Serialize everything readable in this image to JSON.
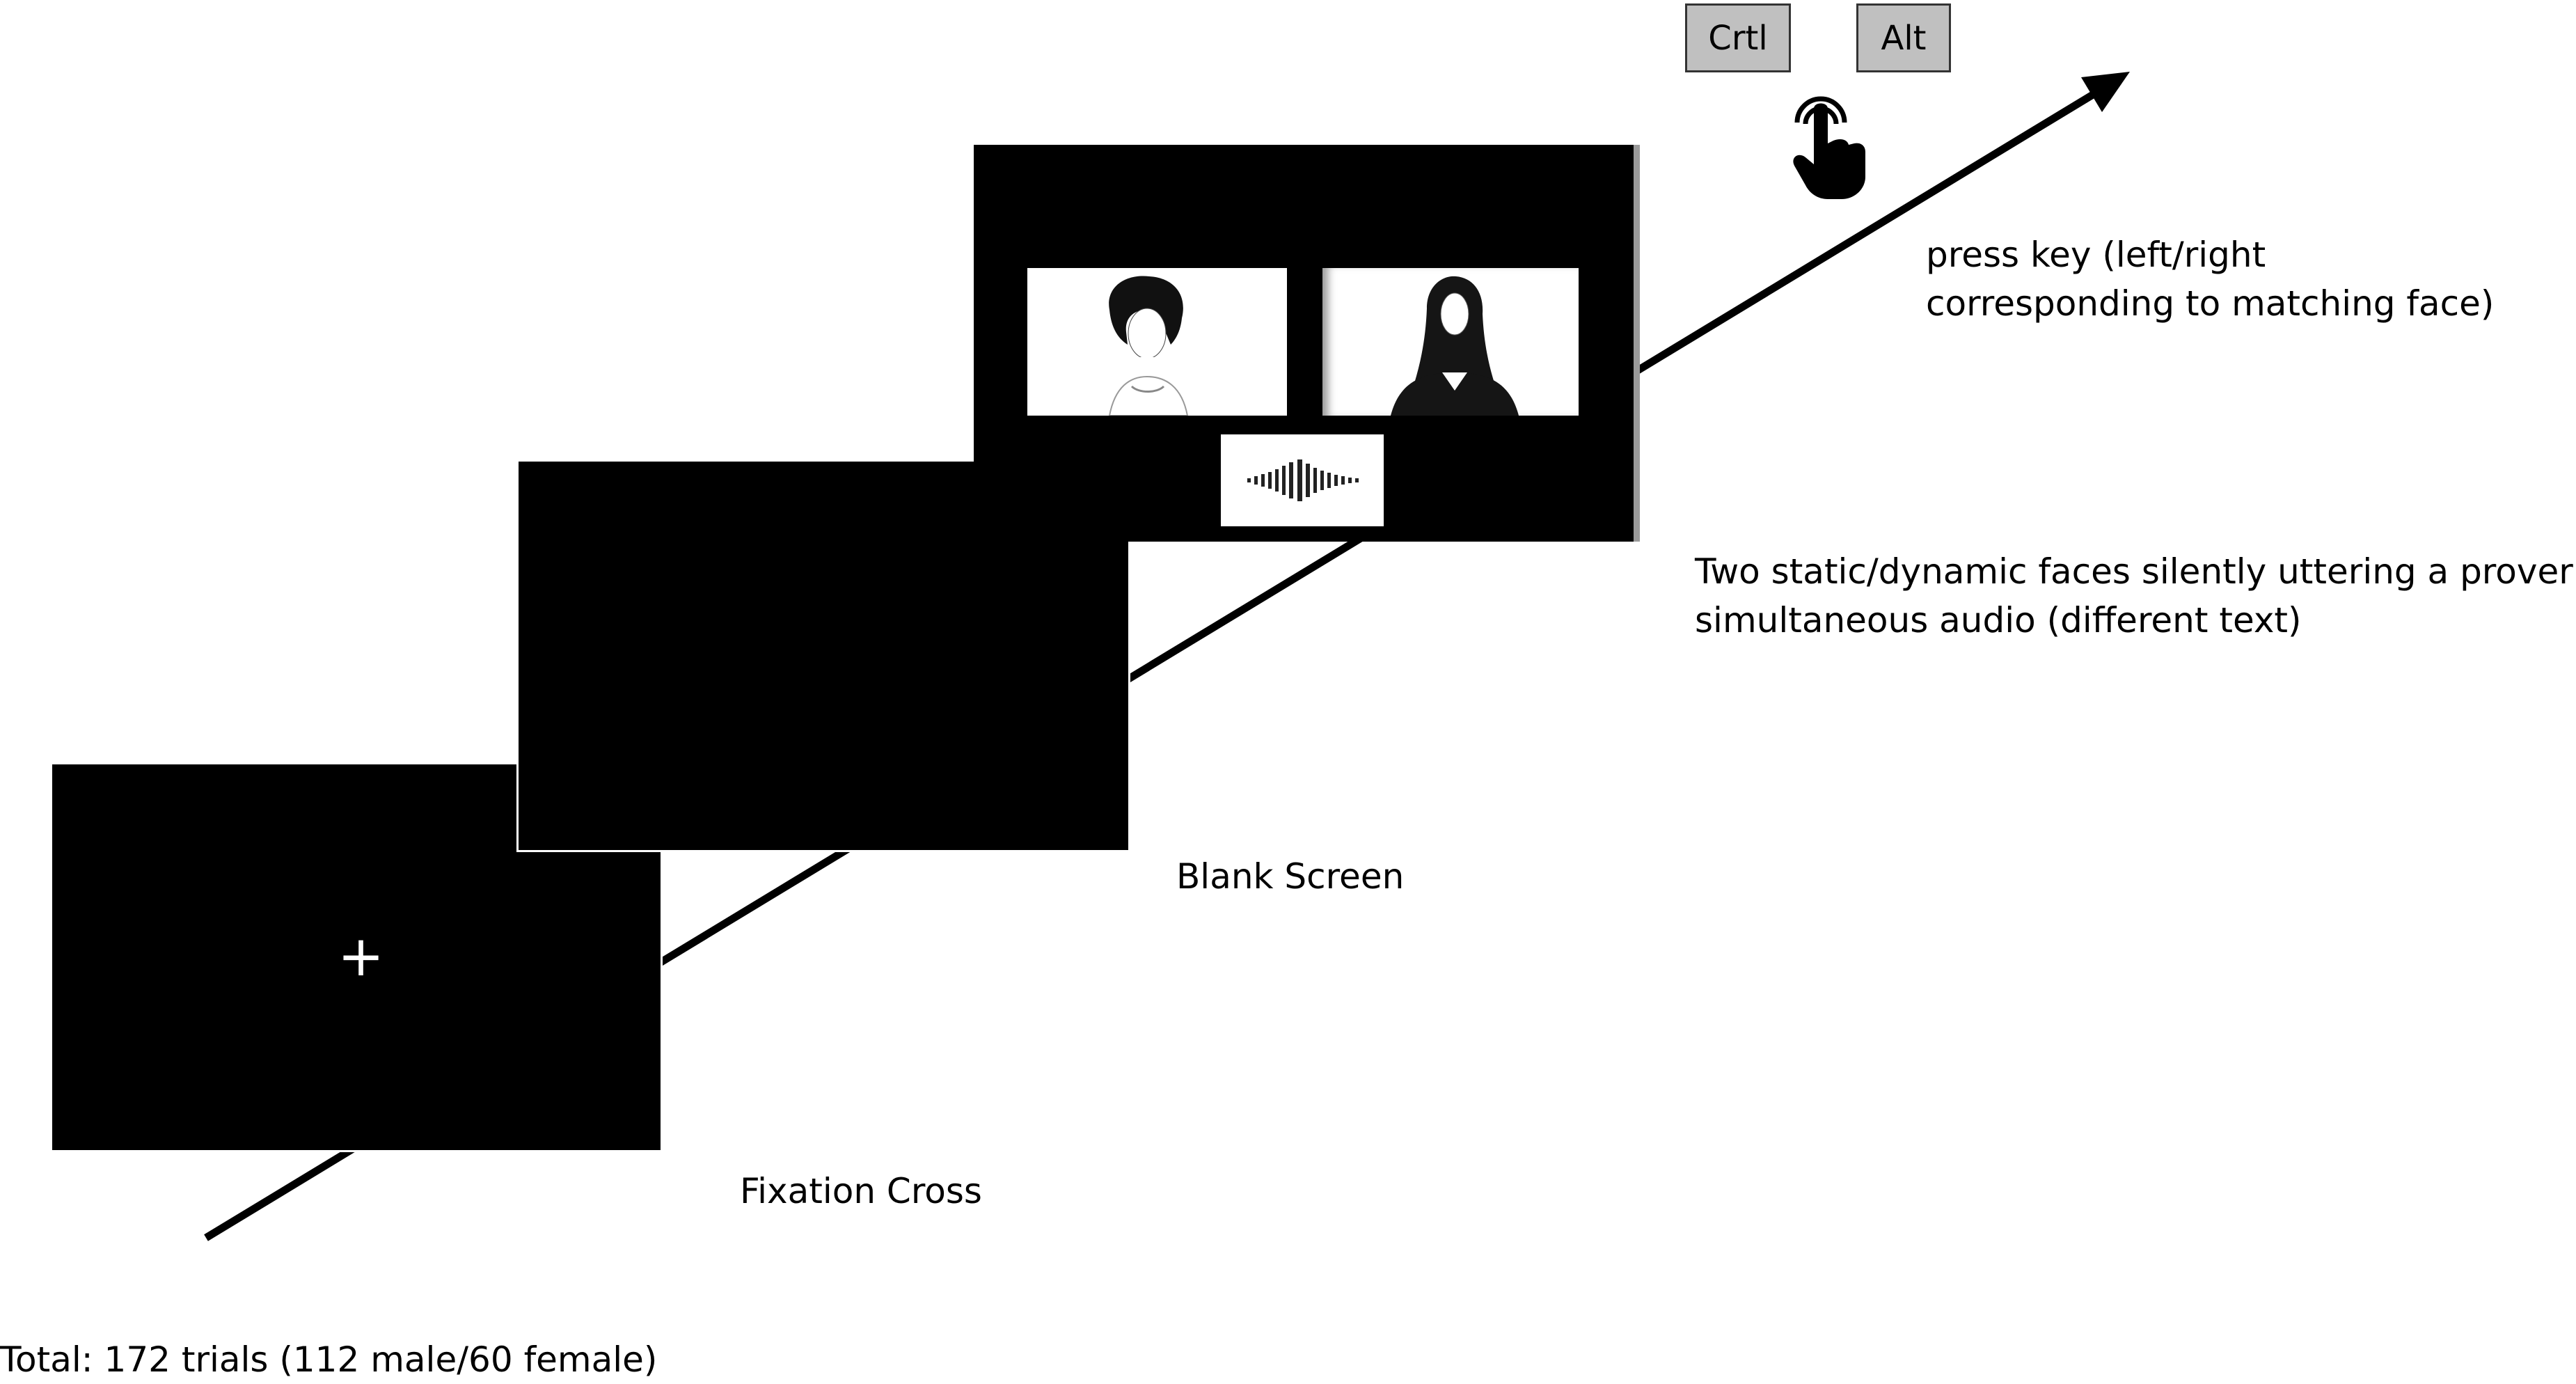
{
  "keys": {
    "left": "Crtl",
    "right": "Alt"
  },
  "labels": {
    "response_line1": "press key (left/right",
    "response_line2": "corresponding to matching face)",
    "stimulus_line1": "Two static/dynamic faces silently uttering a proverb +",
    "stimulus_line2": "simultaneous audio (different text)",
    "blank": "Blank Screen",
    "fixation": "Fixation Cross",
    "total": "Total: 172 trials (112 male/60 female)"
  },
  "fixation_symbol": "+",
  "icons": {
    "pointer": "hand-pointer-icon",
    "audio": "sound-wave-icon",
    "arrow": "timeline-arrow-icon"
  },
  "colors": {
    "screen": "#000000",
    "key_fill": "#c0c0c0",
    "background": "#ffffff"
  }
}
